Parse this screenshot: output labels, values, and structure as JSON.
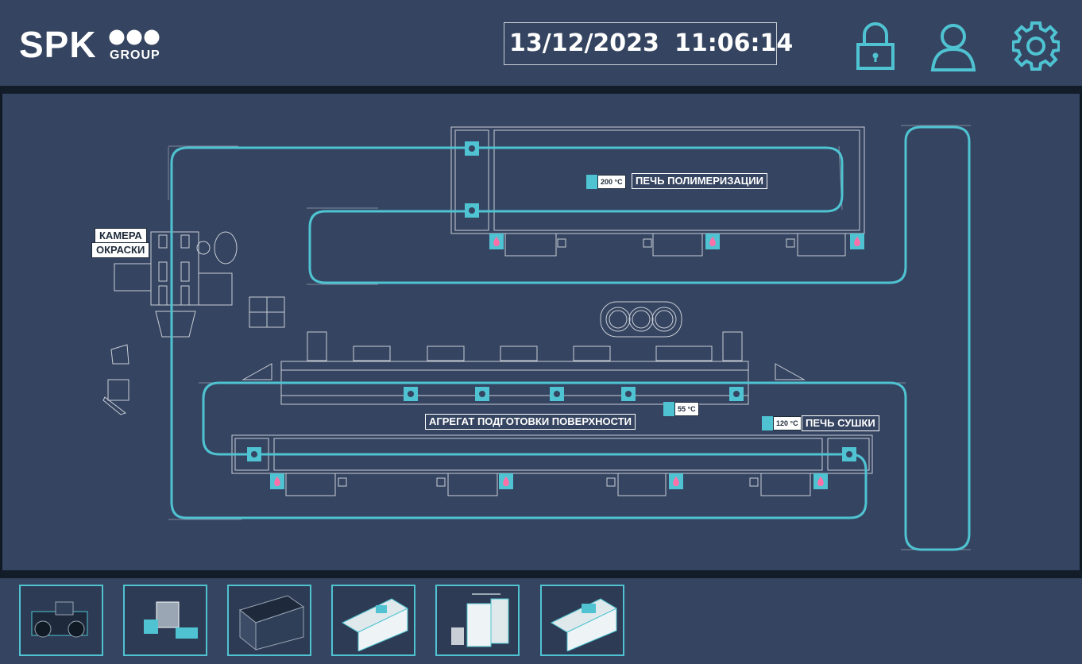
{
  "header": {
    "logo_main": "SPK",
    "logo_sub": "GROUP",
    "date": "13/12/2023",
    "time": "11:06:14",
    "icons": [
      "lock-icon",
      "user-icon",
      "gear-icon"
    ]
  },
  "scheme": {
    "labels": {
      "paint_booth_line1": "КАМЕРА",
      "paint_booth_line2": "ОКРАСКИ",
      "curing_oven": "ПЕЧЬ ПОЛИМЕРИЗАЦИИ",
      "pretreatment": "АГРЕГАТ ПОДГОТОВКИ ПОВЕРХНОСТИ",
      "drying_oven": "ПЕЧЬ СУШКИ"
    },
    "temperatures": {
      "curing_oven": "200 °C",
      "pretreatment": "55 °C",
      "drying_oven": "120 °C"
    }
  },
  "thumbnails": [
    "conveyor-drive",
    "burner-unit",
    "pretreatment-unit",
    "drying-oven-unit",
    "paint-booth-unit",
    "curing-oven-unit"
  ],
  "colors": {
    "accent": "#4fc3d2",
    "flame": "#ff6fa8",
    "panel": "#354460",
    "line": "#c9ced6"
  }
}
